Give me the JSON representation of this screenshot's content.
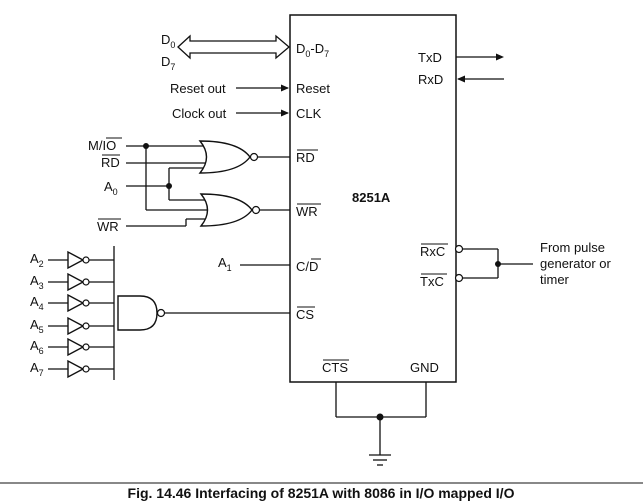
{
  "chip": {
    "name": "8251A"
  },
  "pins": {
    "data_bus": {
      "main": "D",
      "s1": "0",
      "mid": "-D",
      "s2": "7"
    },
    "reset": "Reset",
    "clk": "CLK",
    "rd": "RD",
    "wr": "WR",
    "cd": {
      "a": "C/",
      "b": "D"
    },
    "cs": "CS",
    "txd": "TxD",
    "rxd": "RxD",
    "rxc": "RxC",
    "txc": "TxC",
    "cts": "CTS",
    "gnd": "GND"
  },
  "signals": {
    "d0": {
      "main": "D",
      "sub": "0"
    },
    "d7": {
      "main": "D",
      "sub": "7"
    },
    "reset_out": "Reset out",
    "clock_out": "Clock out",
    "mio": {
      "a": "M/",
      "b": "IO"
    },
    "rd": "RD",
    "a0": {
      "main": "A",
      "sub": "0"
    },
    "wr": "WR",
    "a1": {
      "main": "A",
      "sub": "1"
    },
    "address_lines": [
      {
        "main": "A",
        "sub": "2"
      },
      {
        "main": "A",
        "sub": "3"
      },
      {
        "main": "A",
        "sub": "4"
      },
      {
        "main": "A",
        "sub": "5"
      },
      {
        "main": "A",
        "sub": "6"
      },
      {
        "main": "A",
        "sub": "7"
      }
    ],
    "pulse_source": [
      "From pulse",
      "generator or",
      "timer"
    ]
  },
  "caption": "Fig. 14.46 Interfacing of 8251A with 8086 in I/O mapped I/O"
}
